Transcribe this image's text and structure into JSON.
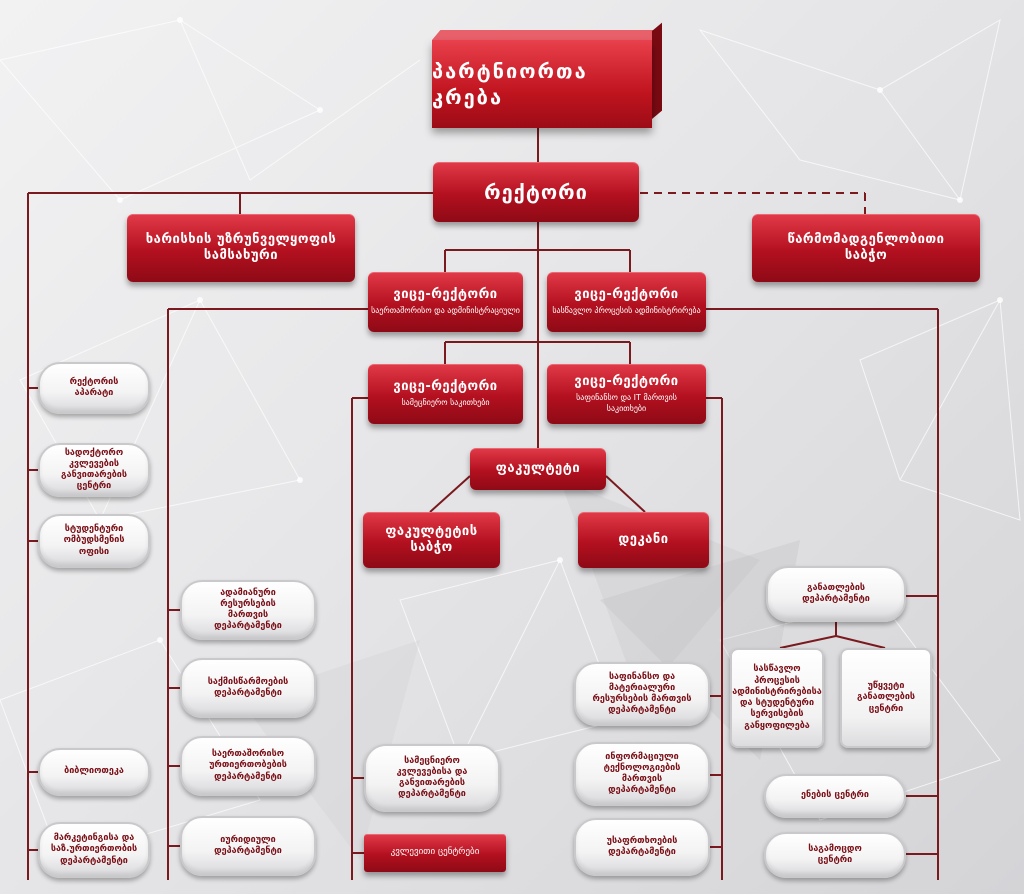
{
  "top": "პარტნიორთა კრება",
  "rector": "რექტორი",
  "quality": "ხარისხის უზრუნველყოფის სამსახური",
  "council": "წარმომადგენლობითი საბჭო",
  "vice": {
    "title": "ვიცე-რექტორი",
    "intl": "საერთაშორისო და ადმინისტრაციული",
    "edu": "სასწავლო პროცესის ადმინისტრირება",
    "sci": "სამეცნიერო საკითხები",
    "fin": "საფინანსო და IT მართვის საკითხები"
  },
  "faculty": "ფაკულტეტი",
  "faculty_council": "ფაკულტეტის საბჭო",
  "dean": "დეკანი",
  "left_col": [
    "რექტორის აპარატი",
    "სადოქტორო კვლევების განვითარების ცენტრი",
    "სტუდენტური ომბუდსმენის ოფისი",
    "ბიბლიოთეკა",
    "მარკეტინგისა და საზ.ურთიერთობის დეპარტამენტი"
  ],
  "mid_left_col": [
    "ადამიანური რესურსების მართვის დეპარტამენტი",
    "საქმისწარმოების დეპარტამენტი",
    "საერთაშორისო ურთიერთობების დეპარტამენტი",
    "იურიდიული დეპარტამენტი"
  ],
  "sci_dept": "სამეცნიერო კვლევებისა და განვითარების დეპარტამენტი",
  "research_centers": "კვლევითი ცენტრები",
  "fin_col": [
    "საფინანსო და მატერიალური რესურსების მართვის დეპარტამენტი",
    "ინფორმაციული ტექნოლოგიების მართვის დეპარტამენტი",
    "უსაფრთხოების დეპარტამენტი"
  ],
  "edu_dept": "განათლების დეპარტამენტი",
  "edu_process": "სასწავლო პროცესის ადმინისტრირებისა და სტუდენტური სერვისების განყოფილება",
  "lifelong": "უწყვეტი განათლების ცენტრი",
  "lang_center": "ენების ცენტრი",
  "exam_center": "საგამოცდო ცენტრი",
  "colors": {
    "line": "#7a1a1f",
    "red": "#b3101f",
    "pill_text": "#7a0f16"
  }
}
